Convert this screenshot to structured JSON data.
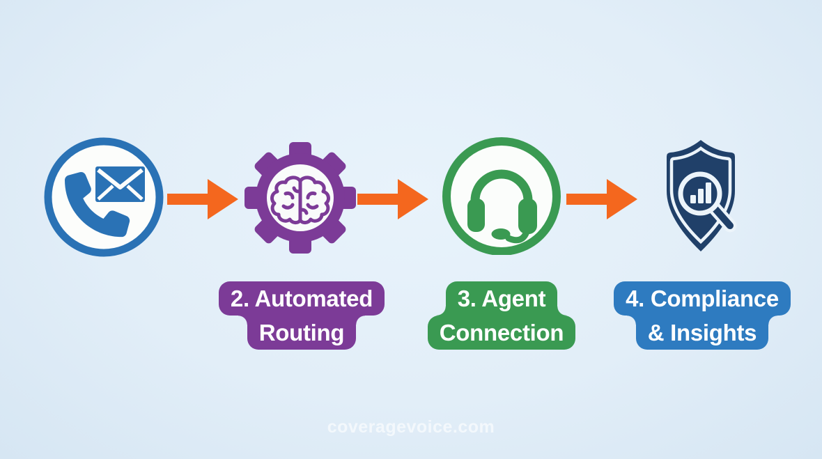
{
  "canvas": {
    "watermark": "coveragevoice.com"
  },
  "colors": {
    "background": "#E2EEF8",
    "arrow_orange": "#F4671E",
    "step1_blue": "#2A72B5",
    "step2_purple": "#7C3B97",
    "step3_green": "#3A9A52",
    "step4_navy": "#204069",
    "step4_label_blue": "#2E7BC0",
    "icon_inner_white": "#FCFDFB",
    "label_text": "#FFFFFF"
  },
  "steps": [
    {
      "icon": "phone-envelope-icon"
    },
    {
      "icon": "gear-brain-icon",
      "label_line1": "2. Automated",
      "label_line2": "Routing"
    },
    {
      "icon": "headset-icon",
      "label_line1": "3. Agent",
      "label_line2": "Connection"
    },
    {
      "icon": "shield-magnifier-chart-icon",
      "label_line1": "4. Compliance",
      "label_line2": "& Insights"
    }
  ]
}
